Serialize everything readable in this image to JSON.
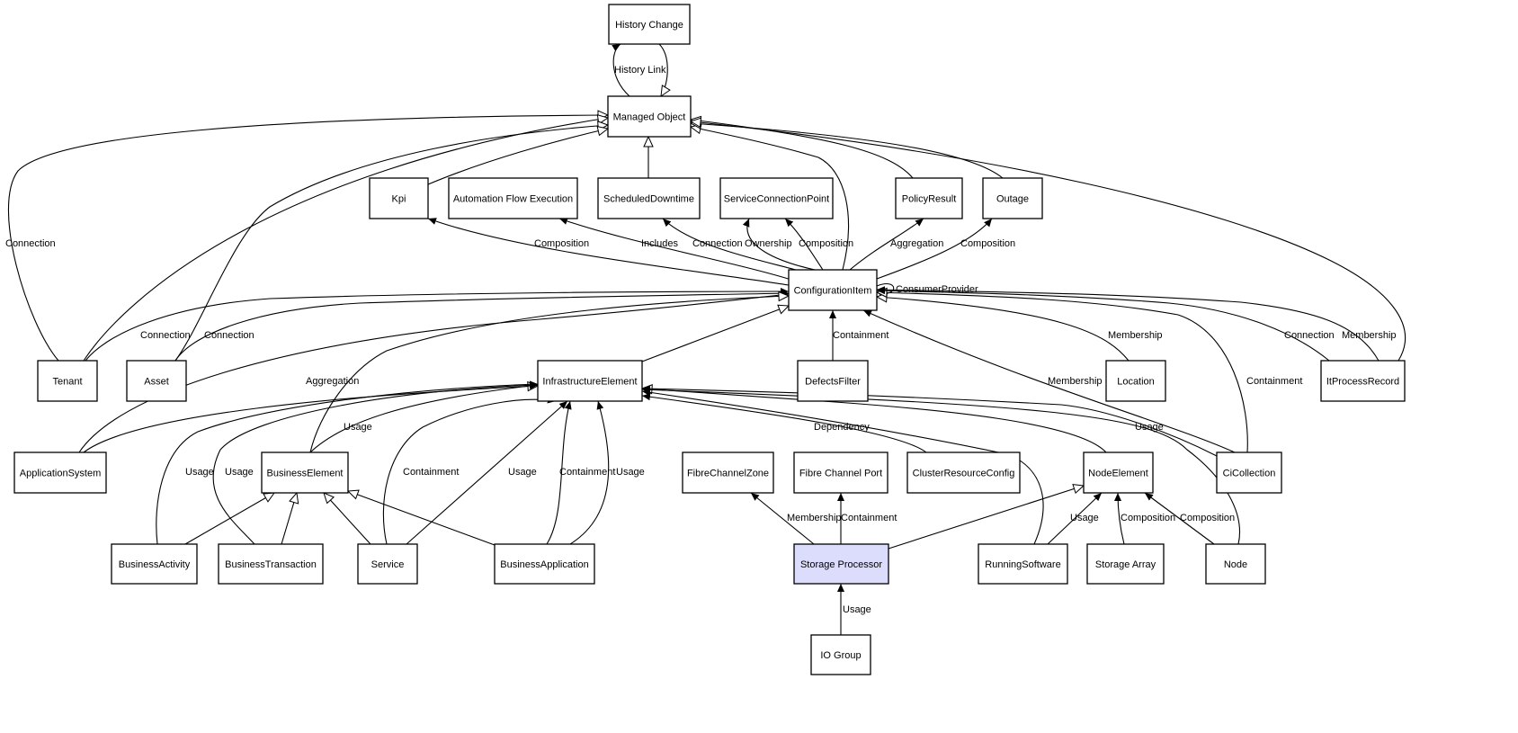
{
  "diagram": {
    "colors": {
      "default_fill": "#ffffff",
      "highlight_fill": "#dcdcfc",
      "stroke": "#000000"
    },
    "nodes": [
      {
        "id": "history-change",
        "label": "History Change"
      },
      {
        "id": "managed-object",
        "label": "Managed Object"
      },
      {
        "id": "kpi",
        "label": "Kpi"
      },
      {
        "id": "automation-flow-execution",
        "label": "Automation Flow Execution"
      },
      {
        "id": "scheduled-downtime",
        "label": "ScheduledDowntime"
      },
      {
        "id": "service-connection-point",
        "label": "ServiceConnectionPoint"
      },
      {
        "id": "policy-result",
        "label": "PolicyResult"
      },
      {
        "id": "outage",
        "label": "Outage"
      },
      {
        "id": "configuration-item",
        "label": "ConfigurationItem"
      },
      {
        "id": "tenant",
        "label": "Tenant"
      },
      {
        "id": "asset",
        "label": "Asset"
      },
      {
        "id": "infrastructure-element",
        "label": "InfrastructureElement"
      },
      {
        "id": "defects-filter",
        "label": "DefectsFilter"
      },
      {
        "id": "location",
        "label": "Location"
      },
      {
        "id": "itprocess-record",
        "label": "ItProcessRecord"
      },
      {
        "id": "application-system",
        "label": "ApplicationSystem"
      },
      {
        "id": "business-element",
        "label": "BusinessElement"
      },
      {
        "id": "fibre-channel-zone",
        "label": "FibreChannelZone"
      },
      {
        "id": "fibre-channel-port",
        "label": "Fibre Channel Port"
      },
      {
        "id": "cluster-resource-config",
        "label": "ClusterResourceConfig"
      },
      {
        "id": "node-element",
        "label": "NodeElement"
      },
      {
        "id": "ci-collection",
        "label": "CiCollection"
      },
      {
        "id": "business-activity",
        "label": "BusinessActivity"
      },
      {
        "id": "business-transaction",
        "label": "BusinessTransaction"
      },
      {
        "id": "service",
        "label": "Service"
      },
      {
        "id": "business-application",
        "label": "BusinessApplication"
      },
      {
        "id": "storage-processor",
        "label": "Storage Processor",
        "highlight": true
      },
      {
        "id": "running-software",
        "label": "RunningSoftware"
      },
      {
        "id": "storage-array",
        "label": "Storage Array"
      },
      {
        "id": "node",
        "label": "Node"
      },
      {
        "id": "io-group",
        "label": "IO Group"
      }
    ],
    "edges": [
      {
        "id": "e1",
        "from": "managed-object",
        "to": "history-change",
        "head": "arrow",
        "label": "History Link"
      },
      {
        "id": "e2",
        "from": "history-change",
        "to": "managed-object",
        "head": "inherit",
        "label": ""
      },
      {
        "id": "e3",
        "from": "tenant",
        "to": "managed-object",
        "head": "inherit",
        "label": "Connection"
      },
      {
        "id": "e4",
        "from": "tenant",
        "to": "managed-object",
        "head": "inherit",
        "label": ""
      },
      {
        "id": "e5",
        "from": "asset",
        "to": "managed-object",
        "head": "inherit",
        "label": ""
      },
      {
        "id": "e6",
        "from": "kpi",
        "to": "managed-object",
        "head": "inherit",
        "label": ""
      },
      {
        "id": "e7",
        "from": "scheduled-downtime",
        "to": "managed-object",
        "head": "inherit",
        "label": ""
      },
      {
        "id": "e8",
        "from": "configuration-item",
        "to": "managed-object",
        "head": "inherit",
        "label": ""
      },
      {
        "id": "e9",
        "from": "policy-result",
        "to": "managed-object",
        "head": "inherit",
        "label": ""
      },
      {
        "id": "e10",
        "from": "outage",
        "to": "managed-object",
        "head": "inherit",
        "label": ""
      },
      {
        "id": "e11",
        "from": "itprocess-record",
        "to": "managed-object",
        "head": "inherit",
        "label": ""
      },
      {
        "id": "e12",
        "from": "configuration-item",
        "to": "kpi",
        "head": "arrow",
        "label": "Composition"
      },
      {
        "id": "e13",
        "from": "configuration-item",
        "to": "automation-flow-execution",
        "head": "arrow",
        "label": "Includes"
      },
      {
        "id": "e14",
        "from": "configuration-item",
        "to": "scheduled-downtime",
        "head": "arrow",
        "label": "Connection"
      },
      {
        "id": "e15",
        "from": "configuration-item",
        "to": "service-connection-point",
        "head": "arrow",
        "label": "Ownership"
      },
      {
        "id": "e16",
        "from": "configuration-item",
        "to": "service-connection-point",
        "head": "arrow",
        "label": "Composition"
      },
      {
        "id": "e17",
        "from": "configuration-item",
        "to": "policy-result",
        "head": "arrow",
        "label": "Aggregation"
      },
      {
        "id": "e18",
        "from": "configuration-item",
        "to": "outage",
        "head": "arrow",
        "label": "Composition"
      },
      {
        "id": "e19",
        "from": "configuration-item",
        "to": "configuration-item",
        "head": "arrow",
        "label": "ConsumerProvider"
      },
      {
        "id": "e20",
        "from": "tenant",
        "to": "configuration-item",
        "head": "arrow",
        "label": "Connection"
      },
      {
        "id": "e21",
        "from": "asset",
        "to": "configuration-item",
        "head": "arrow",
        "label": "Connection"
      },
      {
        "id": "e22",
        "from": "application-system",
        "to": "configuration-item",
        "head": "arrow",
        "label": "Aggregation"
      },
      {
        "id": "e23",
        "from": "business-element",
        "to": "configuration-item",
        "head": "inherit",
        "label": ""
      },
      {
        "id": "e24",
        "from": "infrastructure-element",
        "to": "configuration-item",
        "head": "inherit",
        "label": ""
      },
      {
        "id": "e25",
        "from": "defects-filter",
        "to": "configuration-item",
        "head": "arrow",
        "label": "Containment"
      },
      {
        "id": "e26",
        "from": "location",
        "to": "configuration-item",
        "head": "inherit",
        "label": "Membership"
      },
      {
        "id": "e27",
        "from": "ci-collection",
        "to": "configuration-item",
        "head": "arrow",
        "label": "Membership"
      },
      {
        "id": "e28",
        "from": "ci-collection",
        "to": "configuration-item",
        "head": "inherit",
        "label": "Containment"
      },
      {
        "id": "e29",
        "from": "itprocess-record",
        "to": "configuration-item",
        "head": "arrow",
        "label": "Connection"
      },
      {
        "id": "e30",
        "from": "itprocess-record",
        "to": "configuration-item",
        "head": "arrow",
        "label": "Membership"
      },
      {
        "id": "e31",
        "from": "application-system",
        "to": "infrastructure-element",
        "head": "inherit",
        "label": ""
      },
      {
        "id": "e32",
        "from": "business-element",
        "to": "infrastructure-element",
        "head": "arrow",
        "label": "Usage"
      },
      {
        "id": "e33",
        "from": "business-activity",
        "to": "infrastructure-element",
        "head": "arrow",
        "label": "Usage"
      },
      {
        "id": "e34",
        "from": "business-transaction",
        "to": "infrastructure-element",
        "head": "arrow",
        "label": "Usage"
      },
      {
        "id": "e35",
        "from": "service",
        "to": "infrastructure-element",
        "head": "arrow",
        "label": "Containment"
      },
      {
        "id": "e36",
        "from": "service",
        "to": "infrastructure-element",
        "head": "arrow",
        "label": "Usage"
      },
      {
        "id": "e37",
        "from": "business-application",
        "to": "infrastructure-element",
        "head": "arrow",
        "label": "Containment"
      },
      {
        "id": "e38",
        "from": "business-application",
        "to": "infrastructure-element",
        "head": "arrow",
        "label": "Usage"
      },
      {
        "id": "e39",
        "from": "cluster-resource-config",
        "to": "infrastructure-element",
        "head": "arrow",
        "label": "Dependency"
      },
      {
        "id": "e40",
        "from": "node-element",
        "to": "infrastructure-element",
        "head": "inherit",
        "label": ""
      },
      {
        "id": "e41",
        "from": "ci-collection",
        "to": "infrastructure-element",
        "head": "arrow",
        "label": "Usage"
      },
      {
        "id": "e42",
        "from": "running-software",
        "to": "infrastructure-element",
        "head": "arrow",
        "label": ""
      },
      {
        "id": "e43",
        "from": "node",
        "to": "infrastructure-element",
        "head": "arrow",
        "label": ""
      },
      {
        "id": "e44",
        "from": "business-activity",
        "to": "business-element",
        "head": "inherit",
        "label": ""
      },
      {
        "id": "e45",
        "from": "business-transaction",
        "to": "business-element",
        "head": "inherit",
        "label": ""
      },
      {
        "id": "e46",
        "from": "service",
        "to": "business-element",
        "head": "inherit",
        "label": ""
      },
      {
        "id": "e47",
        "from": "business-application",
        "to": "business-element",
        "head": "inherit",
        "label": ""
      },
      {
        "id": "e48",
        "from": "storage-processor",
        "to": "fibre-channel-zone",
        "head": "arrow",
        "label": "Membership"
      },
      {
        "id": "e49",
        "from": "storage-processor",
        "to": "fibre-channel-port",
        "head": "arrow",
        "label": "Containment"
      },
      {
        "id": "e50",
        "from": "storage-processor",
        "to": "node-element",
        "head": "inherit",
        "label": ""
      },
      {
        "id": "e51",
        "from": "running-software",
        "to": "node-element",
        "head": "arrow",
        "label": "Usage"
      },
      {
        "id": "e52",
        "from": "storage-array",
        "to": "node-element",
        "head": "arrow",
        "label": "Composition"
      },
      {
        "id": "e53",
        "from": "node",
        "to": "node-element",
        "head": "arrow",
        "label": "Composition"
      },
      {
        "id": "e54",
        "from": "io-group",
        "to": "storage-processor",
        "head": "arrow",
        "label": "Usage"
      }
    ]
  }
}
